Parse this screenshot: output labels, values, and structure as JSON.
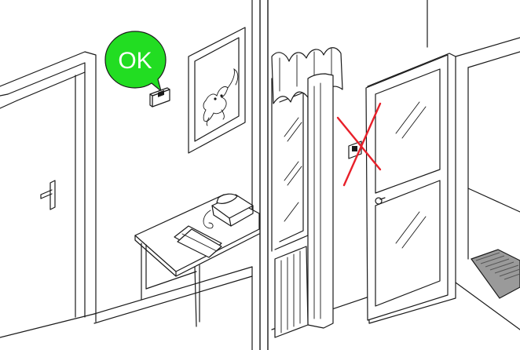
{
  "scenes": [
    {
      "id": "correct-placement",
      "badge": {
        "label": "OK",
        "color": "#22dd22",
        "text_color": "#ffffff"
      }
    },
    {
      "id": "wrong-placement",
      "mark": {
        "icon": "cross-mark-icon",
        "color": "#e8202a"
      }
    }
  ],
  "colors": {
    "line": "#1a1a1a",
    "background": "#ffffff"
  }
}
